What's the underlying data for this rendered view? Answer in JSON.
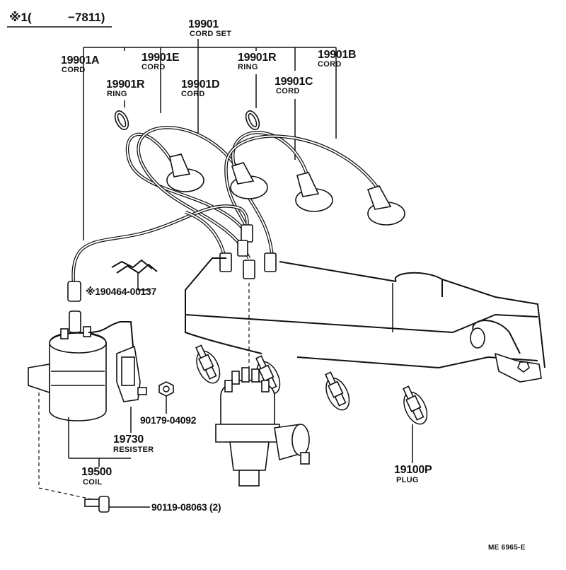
{
  "header": {
    "mark": "※1(",
    "range": "−7811)"
  },
  "parts": {
    "cord_set": {
      "number": "19901",
      "name": "CORD SET"
    },
    "cord_a": {
      "number": "19901A",
      "name": "CORD"
    },
    "cord_e": {
      "number": "19901E",
      "name": "CORD"
    },
    "cord_d": {
      "number": "19901D",
      "name": "CORD"
    },
    "ring_left": {
      "number": "19901R",
      "name": "RING"
    },
    "ring_right": {
      "number": "19901R",
      "name": "RING"
    },
    "cord_c": {
      "number": "19901C",
      "name": "CORD"
    },
    "cord_b": {
      "number": "19901B",
      "name": "CORD"
    },
    "wire_harness": {
      "number": "※190464-00137"
    },
    "nut": {
      "number": "90179-04092"
    },
    "resister": {
      "number": "19730",
      "name": "RESISTER"
    },
    "coil": {
      "number": "19500",
      "name": "COIL"
    },
    "plug": {
      "number": "19100P",
      "name": "PLUG"
    },
    "bolt": {
      "number": "90119-08063 (2)"
    }
  },
  "footer": {
    "code": "ME  6965-E"
  }
}
